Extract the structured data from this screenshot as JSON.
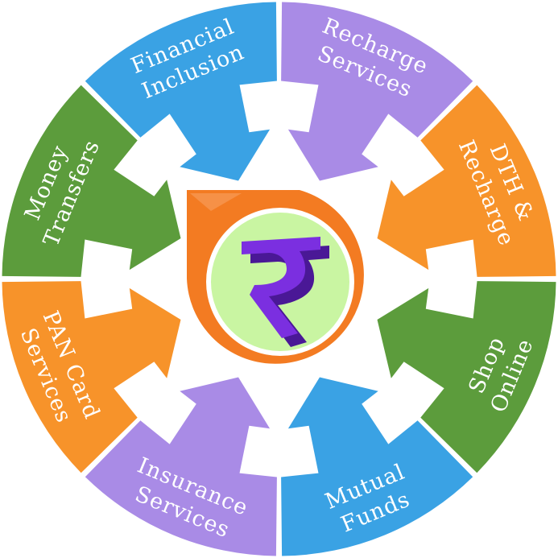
{
  "logo": {
    "name": "rupee-logo",
    "colors": {
      "outer_orange": "#f37b22",
      "inner_green": "#c9f5a2",
      "glyph_purple": "#7b2fe0",
      "glyph_shadow": "#4a1896"
    }
  },
  "segments": [
    {
      "id": "financial-inclusion",
      "lines": [
        "Financial",
        "Inclusion"
      ],
      "color": "#3aa2e4"
    },
    {
      "id": "recharge-services",
      "lines": [
        "Recharge",
        "Services"
      ],
      "color": "#a98be6"
    },
    {
      "id": "dth-recharge",
      "lines": [
        "DTH &",
        "Recharge"
      ],
      "color": "#f7932a"
    },
    {
      "id": "shop-online",
      "lines": [
        "Shop",
        "Online"
      ],
      "color": "#5c9c3c"
    },
    {
      "id": "mutual-funds",
      "lines": [
        "Mutual",
        "Funds"
      ],
      "color": "#3aa2e4"
    },
    {
      "id": "insurance-services",
      "lines": [
        "Insurance",
        "Services"
      ],
      "color": "#a98be6"
    },
    {
      "id": "pan-card-services",
      "lines": [
        "PAN Card",
        "Services"
      ],
      "color": "#f7932a"
    },
    {
      "id": "money-transfers",
      "lines": [
        "Money",
        "Transfers"
      ],
      "color": "#5c9c3c"
    }
  ]
}
